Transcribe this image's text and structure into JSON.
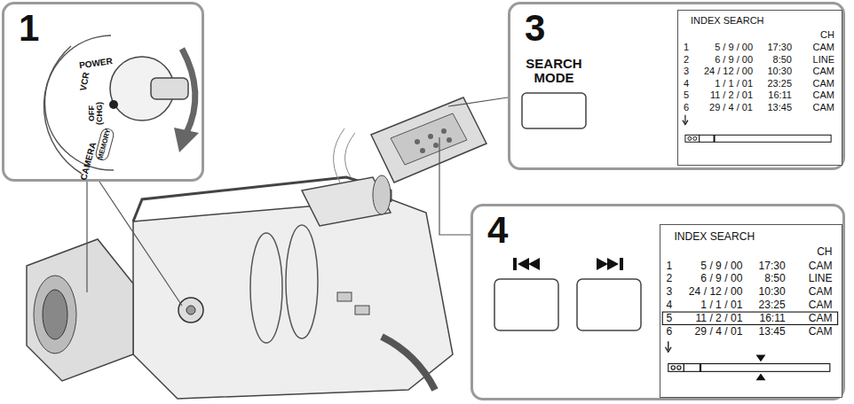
{
  "diagram": {
    "nodes": [
      {
        "text": [
          "1"
        ]
      },
      {
        "text": [
          "3"
        ]
      },
      {
        "text": [
          "INDEX SEARCH",
          "CH",
          "1",
          "5 / 9 / 00",
          "17:30",
          "CAM",
          "2",
          "6 / 9 / 00",
          "8:50",
          "LINE",
          "3",
          "24 / 12 / 00",
          "10:30",
          "CAM",
          "4",
          "1 / 1 / 01",
          "23:25",
          "CAM",
          "5",
          "11 / 2 / 01",
          "16:11",
          "CAM",
          "6",
          "29 / 4 / 01",
          "13:45",
          "CAM"
        ],
        "in": 1
      },
      {
        "text": [
          "4"
        ]
      },
      {
        "text": [
          "INDEX SEARCH",
          "CH",
          "1",
          "5 / 9 / 00",
          "17:30",
          "CAM",
          "2",
          "6 / 9 / 00",
          "8:50",
          "LINE",
          "3",
          "24 / 12 / 00",
          "10:30",
          "CAM",
          "4",
          "1 / 1 / 01",
          "23:25",
          "CAM",
          "5",
          "11 / 2 / 01",
          "16:11",
          "CAM",
          "6",
          "29 / 4 / 01",
          "13:45",
          "CAM"
        ],
        "in": 3
      }
    ],
    "labels": [
      "POWER",
      "VCR",
      "OFF (CHG)",
      "CAMERA",
      "MEMORY",
      "SEARCH MODE"
    ]
  }
}
